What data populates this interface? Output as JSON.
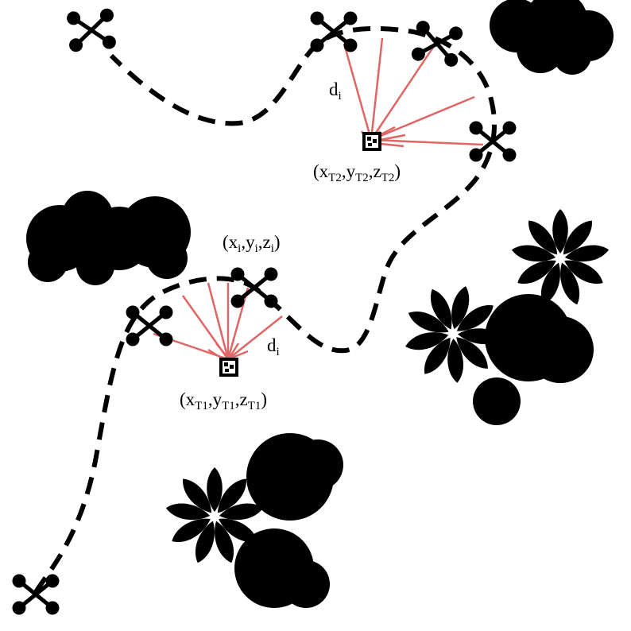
{
  "colors": {
    "background": "#ffffff",
    "path": "#000000",
    "range_lines": "#e06666",
    "drone": "#000000",
    "vegetation": "#000000"
  },
  "labels": {
    "target2": {
      "prefix": "(x",
      "s1": "T2",
      "c1": ",y",
      "s2": "T2",
      "c2": ",z",
      "s3": "T2",
      "suffix": ")"
    },
    "target1": {
      "prefix": "(x",
      "s1": "T1",
      "c1": ",y",
      "s2": "T1",
      "c2": ",z",
      "s3": "T1",
      "suffix": ")"
    },
    "drone_position": {
      "prefix": "(x",
      "s1": "i",
      "c1": ",y",
      "s2": "i",
      "c2": ",z",
      "s3": "i",
      "suffix": ")"
    },
    "distance_upper": {
      "main": "d",
      "sub": "i"
    },
    "distance_lower": {
      "main": "d",
      "sub": "i"
    }
  },
  "icons": {
    "drone": "quadcopter-icon",
    "target_marker": "apriltag-marker-icon",
    "tree": "tree-canopy-icon",
    "bush": "leafy-bush-icon"
  }
}
